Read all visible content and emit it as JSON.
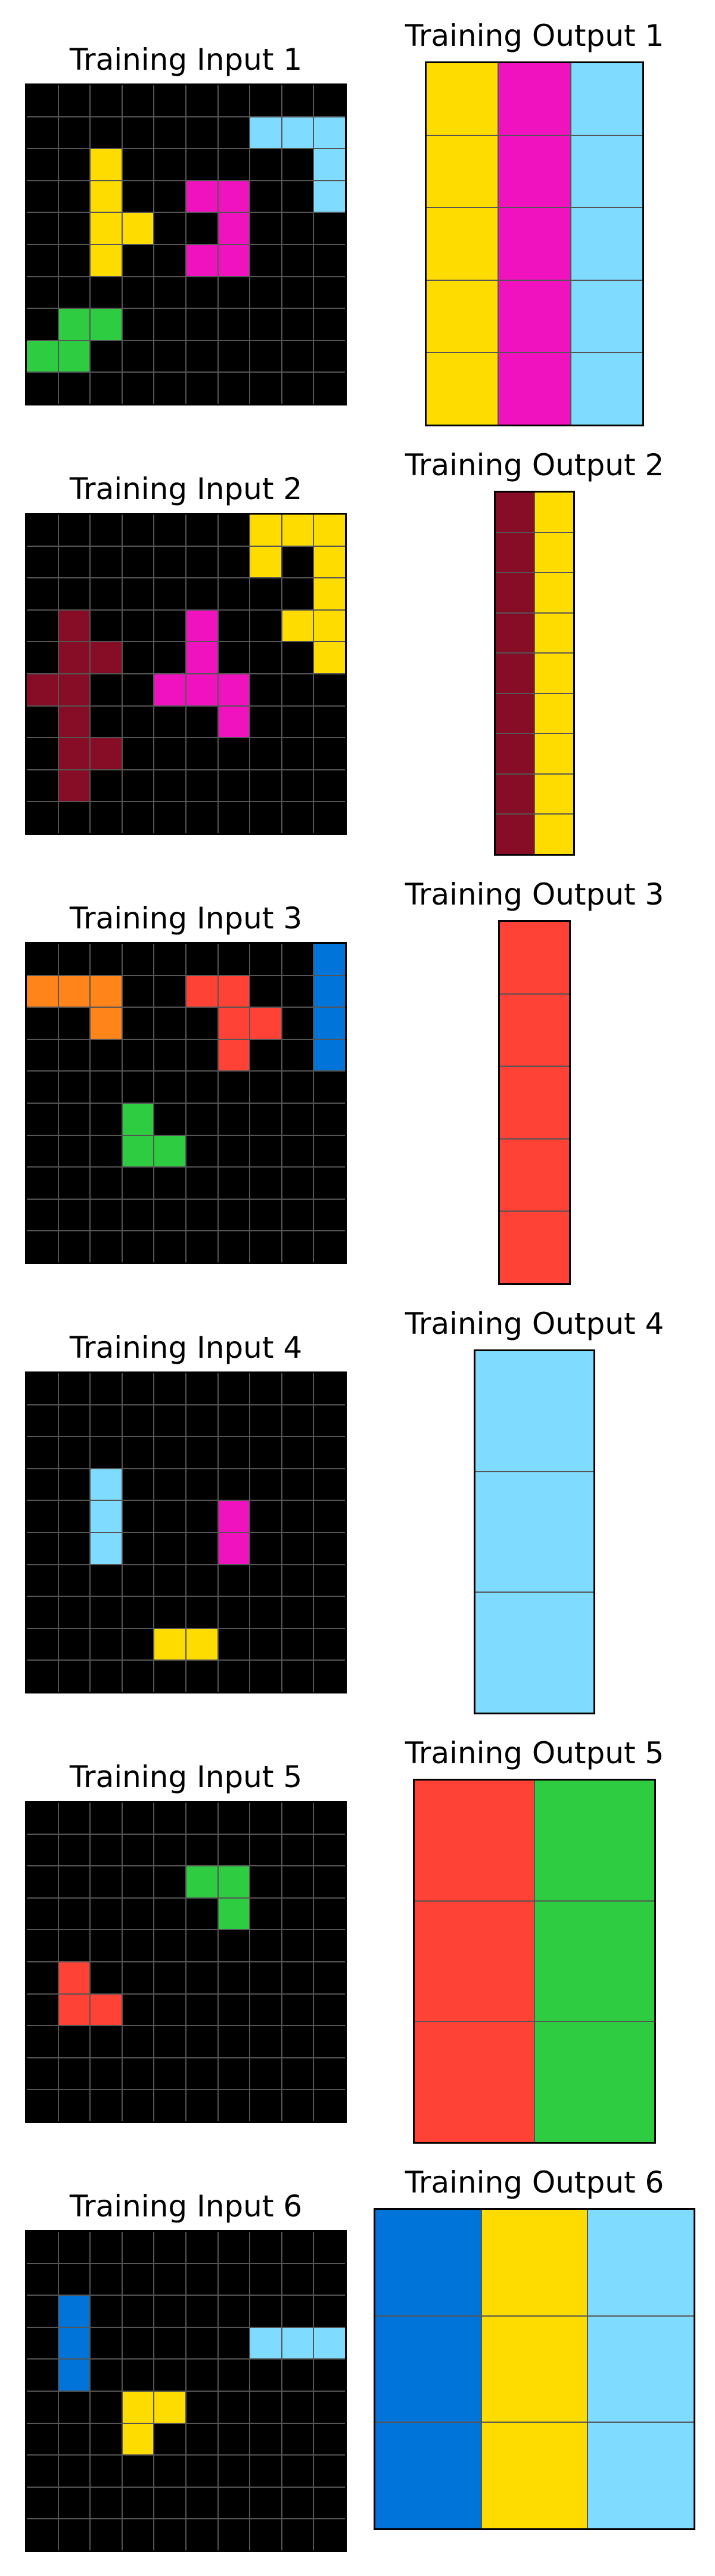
{
  "palette": {
    "0": "#000000",
    "1": "#0074D9",
    "2": "#FF4136",
    "3": "#2ECC40",
    "4": "#FFDC00",
    "6": "#F012BE",
    "7": "#FF851B",
    "8": "#7FDBFF",
    "9": "#870C25"
  },
  "pairs": [
    {
      "input_title": "Training Input 1",
      "output_title": "Training Output 1",
      "input": [
        [
          0,
          0,
          0,
          0,
          0,
          0,
          0,
          0,
          0,
          0
        ],
        [
          0,
          0,
          0,
          0,
          0,
          0,
          0,
          8,
          8,
          8
        ],
        [
          0,
          0,
          4,
          0,
          0,
          0,
          0,
          0,
          0,
          8
        ],
        [
          0,
          0,
          4,
          0,
          0,
          6,
          6,
          0,
          0,
          8
        ],
        [
          0,
          0,
          4,
          4,
          0,
          0,
          6,
          0,
          0,
          0
        ],
        [
          0,
          0,
          4,
          0,
          0,
          6,
          6,
          0,
          0,
          0
        ],
        [
          0,
          0,
          0,
          0,
          0,
          0,
          0,
          0,
          0,
          0
        ],
        [
          0,
          3,
          3,
          0,
          0,
          0,
          0,
          0,
          0,
          0
        ],
        [
          3,
          3,
          0,
          0,
          0,
          0,
          0,
          0,
          0,
          0
        ],
        [
          0,
          0,
          0,
          0,
          0,
          0,
          0,
          0,
          0,
          0
        ]
      ],
      "output": [
        [
          4,
          6,
          8
        ],
        [
          4,
          6,
          8
        ],
        [
          4,
          6,
          8
        ],
        [
          4,
          6,
          8
        ],
        [
          4,
          6,
          8
        ]
      ]
    },
    {
      "input_title": "Training Input 2",
      "output_title": "Training Output 2",
      "input": [
        [
          0,
          0,
          0,
          0,
          0,
          0,
          0,
          4,
          4,
          4
        ],
        [
          0,
          0,
          0,
          0,
          0,
          0,
          0,
          4,
          0,
          4
        ],
        [
          0,
          0,
          0,
          0,
          0,
          0,
          0,
          0,
          0,
          4
        ],
        [
          0,
          9,
          0,
          0,
          0,
          6,
          0,
          0,
          4,
          4
        ],
        [
          0,
          9,
          9,
          0,
          0,
          6,
          0,
          0,
          0,
          4
        ],
        [
          9,
          9,
          0,
          0,
          6,
          6,
          6,
          0,
          0,
          0
        ],
        [
          0,
          9,
          0,
          0,
          0,
          0,
          6,
          0,
          0,
          0
        ],
        [
          0,
          9,
          9,
          0,
          0,
          0,
          0,
          0,
          0,
          0
        ],
        [
          0,
          9,
          0,
          0,
          0,
          0,
          0,
          0,
          0,
          0
        ],
        [
          0,
          0,
          0,
          0,
          0,
          0,
          0,
          0,
          0,
          0
        ]
      ],
      "output": [
        [
          9,
          4
        ],
        [
          9,
          4
        ],
        [
          9,
          4
        ],
        [
          9,
          4
        ],
        [
          9,
          4
        ],
        [
          9,
          4
        ],
        [
          9,
          4
        ],
        [
          9,
          4
        ],
        [
          9,
          4
        ]
      ]
    },
    {
      "input_title": "Training Input 3",
      "output_title": "Training Output 3",
      "input": [
        [
          0,
          0,
          0,
          0,
          0,
          0,
          0,
          0,
          0,
          1
        ],
        [
          7,
          7,
          7,
          0,
          0,
          2,
          2,
          0,
          0,
          1
        ],
        [
          0,
          0,
          7,
          0,
          0,
          0,
          2,
          2,
          0,
          1
        ],
        [
          0,
          0,
          0,
          0,
          0,
          0,
          2,
          0,
          0,
          1
        ],
        [
          0,
          0,
          0,
          0,
          0,
          0,
          0,
          0,
          0,
          0
        ],
        [
          0,
          0,
          0,
          3,
          0,
          0,
          0,
          0,
          0,
          0
        ],
        [
          0,
          0,
          0,
          3,
          3,
          0,
          0,
          0,
          0,
          0
        ],
        [
          0,
          0,
          0,
          0,
          0,
          0,
          0,
          0,
          0,
          0
        ],
        [
          0,
          0,
          0,
          0,
          0,
          0,
          0,
          0,
          0,
          0
        ],
        [
          0,
          0,
          0,
          0,
          0,
          0,
          0,
          0,
          0,
          0
        ]
      ],
      "output": [
        [
          2
        ],
        [
          2
        ],
        [
          2
        ],
        [
          2
        ],
        [
          2
        ]
      ]
    },
    {
      "input_title": "Training Input 4",
      "output_title": "Training Output 4",
      "input": [
        [
          0,
          0,
          0,
          0,
          0,
          0,
          0,
          0,
          0,
          0
        ],
        [
          0,
          0,
          0,
          0,
          0,
          0,
          0,
          0,
          0,
          0
        ],
        [
          0,
          0,
          0,
          0,
          0,
          0,
          0,
          0,
          0,
          0
        ],
        [
          0,
          0,
          8,
          0,
          0,
          0,
          0,
          0,
          0,
          0
        ],
        [
          0,
          0,
          8,
          0,
          0,
          0,
          6,
          0,
          0,
          0
        ],
        [
          0,
          0,
          8,
          0,
          0,
          0,
          6,
          0,
          0,
          0
        ],
        [
          0,
          0,
          0,
          0,
          0,
          0,
          0,
          0,
          0,
          0
        ],
        [
          0,
          0,
          0,
          0,
          0,
          0,
          0,
          0,
          0,
          0
        ],
        [
          0,
          0,
          0,
          0,
          4,
          4,
          0,
          0,
          0,
          0
        ],
        [
          0,
          0,
          0,
          0,
          0,
          0,
          0,
          0,
          0,
          0
        ]
      ],
      "output": [
        [
          8
        ],
        [
          8
        ],
        [
          8
        ]
      ]
    },
    {
      "input_title": "Training Input 5",
      "output_title": "Training Output 5",
      "input": [
        [
          0,
          0,
          0,
          0,
          0,
          0,
          0,
          0,
          0,
          0
        ],
        [
          0,
          0,
          0,
          0,
          0,
          0,
          0,
          0,
          0,
          0
        ],
        [
          0,
          0,
          0,
          0,
          0,
          3,
          3,
          0,
          0,
          0
        ],
        [
          0,
          0,
          0,
          0,
          0,
          0,
          3,
          0,
          0,
          0
        ],
        [
          0,
          0,
          0,
          0,
          0,
          0,
          0,
          0,
          0,
          0
        ],
        [
          0,
          2,
          0,
          0,
          0,
          0,
          0,
          0,
          0,
          0
        ],
        [
          0,
          2,
          2,
          0,
          0,
          0,
          0,
          0,
          0,
          0
        ],
        [
          0,
          0,
          0,
          0,
          0,
          0,
          0,
          0,
          0,
          0
        ],
        [
          0,
          0,
          0,
          0,
          0,
          0,
          0,
          0,
          0,
          0
        ],
        [
          0,
          0,
          0,
          0,
          0,
          0,
          0,
          0,
          0,
          0
        ]
      ],
      "output": [
        [
          2,
          3
        ],
        [
          2,
          3
        ],
        [
          2,
          3
        ]
      ]
    },
    {
      "input_title": "Training Input 6",
      "output_title": "Training Output 6",
      "input": [
        [
          0,
          0,
          0,
          0,
          0,
          0,
          0,
          0,
          0,
          0
        ],
        [
          0,
          0,
          0,
          0,
          0,
          0,
          0,
          0,
          0,
          0
        ],
        [
          0,
          1,
          0,
          0,
          0,
          0,
          0,
          0,
          0,
          0
        ],
        [
          0,
          1,
          0,
          0,
          0,
          0,
          0,
          8,
          8,
          8
        ],
        [
          0,
          1,
          0,
          0,
          0,
          0,
          0,
          0,
          0,
          0
        ],
        [
          0,
          0,
          0,
          4,
          4,
          0,
          0,
          0,
          0,
          0
        ],
        [
          0,
          0,
          0,
          4,
          0,
          0,
          0,
          0,
          0,
          0
        ],
        [
          0,
          0,
          0,
          0,
          0,
          0,
          0,
          0,
          0,
          0
        ],
        [
          0,
          0,
          0,
          0,
          0,
          0,
          0,
          0,
          0,
          0
        ],
        [
          0,
          0,
          0,
          0,
          0,
          0,
          0,
          0,
          0,
          0
        ]
      ],
      "output": [
        [
          1,
          4,
          8
        ],
        [
          1,
          4,
          8
        ],
        [
          1,
          4,
          8
        ]
      ]
    }
  ]
}
